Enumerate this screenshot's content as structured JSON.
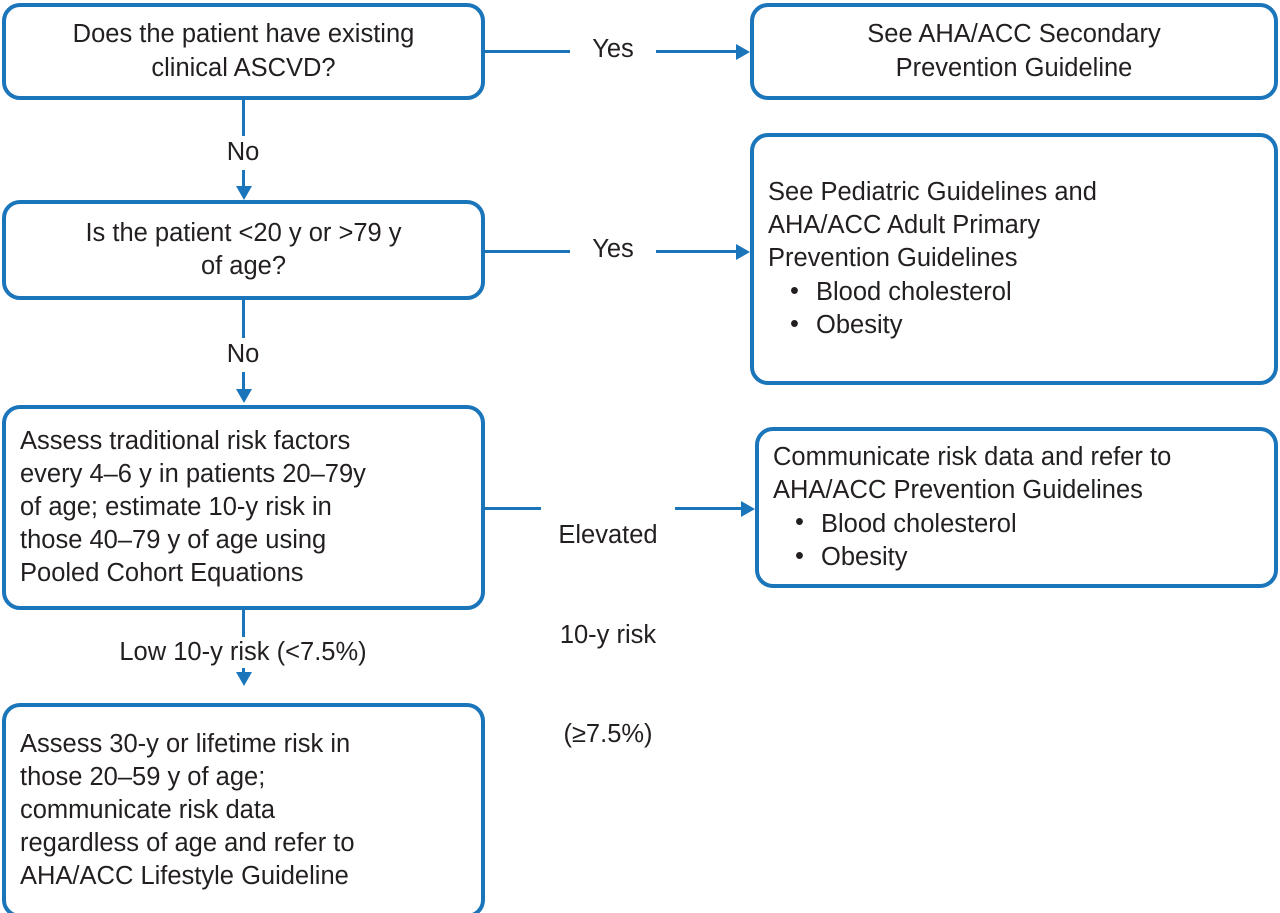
{
  "theme": {
    "accent": "#1b75bb",
    "text": "#231f20",
    "background": "#ffffff"
  },
  "diagram": {
    "type": "flowchart",
    "title": "ASCVD primary prevention risk assessment flow"
  },
  "nodes": {
    "ascvd_question": {
      "lines": [
        "Does the patient have existing",
        "clinical ASCVD?"
      ]
    },
    "secondary_prevention": {
      "lines": [
        "See AHA/ACC Secondary",
        "Prevention Guideline"
      ]
    },
    "age_question": {
      "lines": [
        "Is the patient <20 y or >79 y",
        "of age?"
      ]
    },
    "pediatric_guidelines": {
      "lines": [
        "See Pediatric Guidelines and",
        "AHA/ACC Adult Primary",
        "Prevention Guidelines"
      ],
      "bullets": [
        "Blood cholesterol",
        "Obesity"
      ]
    },
    "assess_traditional": {
      "lines": [
        "Assess traditional risk factors",
        "every 4–6 y in patients 20–79y",
        "of age; estimate 10-y risk in",
        "those 40–79 y of age using",
        "Pooled Cohort Equations"
      ]
    },
    "communicate_risk": {
      "lines": [
        "Communicate risk data and refer to",
        "AHA/ACC Prevention Guidelines"
      ],
      "bullets": [
        "Blood cholesterol",
        "Obesity"
      ]
    },
    "assess_lifetime": {
      "lines": [
        "Assess 30-y or lifetime risk in",
        "those 20–59 y of age;",
        "communicate risk data",
        "regardless of age and refer to",
        "AHA/ACC Lifestyle Guideline"
      ]
    }
  },
  "edges": {
    "yes_ascvd": "Yes",
    "no_ascvd": "No",
    "yes_age": "Yes",
    "no_age": "No",
    "elevated_risk": {
      "lines": [
        "Elevated",
        "10-y risk",
        "(≥7.5%)"
      ]
    },
    "low_risk": "Low 10-y risk (<7.5%)"
  }
}
